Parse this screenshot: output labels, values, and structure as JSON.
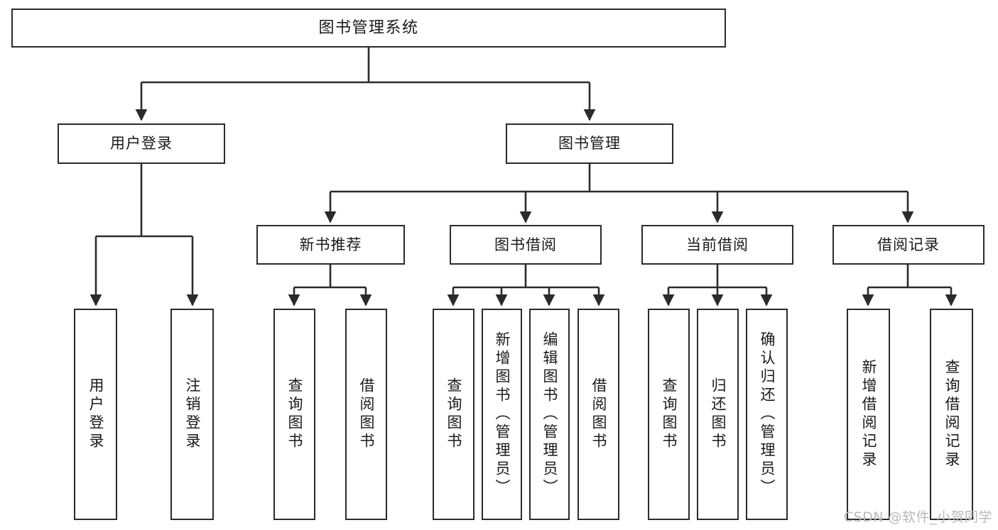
{
  "diagram": {
    "title": "图书管理系统",
    "type": "tree",
    "orientation": "top-down",
    "line_color": "#2b2b2b",
    "box_fill": "#ffffff",
    "text_color": "#1a1a1a",
    "root": {
      "id": "root",
      "label": "图书管理系统"
    },
    "level2": [
      {
        "id": "user-login",
        "label": "用户登录"
      },
      {
        "id": "book-manage",
        "label": "图书管理"
      }
    ],
    "level3": [
      {
        "id": "new-book-recommend",
        "label": "新书推荐",
        "parent": "book-manage"
      },
      {
        "id": "book-borrow",
        "label": "图书借阅",
        "parent": "book-manage"
      },
      {
        "id": "current-borrow",
        "label": "当前借阅",
        "parent": "book-manage"
      },
      {
        "id": "borrow-record",
        "label": "借阅记录",
        "parent": "book-manage"
      }
    ],
    "leaves": {
      "user-login": [
        {
          "id": "leaf-user-login",
          "label": "用户登录"
        },
        {
          "id": "leaf-logout-login",
          "label": "注销登录"
        }
      ],
      "new-book-recommend": [
        {
          "id": "leaf-query-book-1",
          "label": "查询图书"
        },
        {
          "id": "leaf-borrow-book-1",
          "label": "借阅图书"
        }
      ],
      "book-borrow": [
        {
          "id": "leaf-query-book-2",
          "label": "查询图书"
        },
        {
          "id": "leaf-add-book",
          "label": "新增图书（管理员）"
        },
        {
          "id": "leaf-edit-book",
          "label": "编辑图书（管理员）"
        },
        {
          "id": "leaf-borrow-book-2",
          "label": "借阅图书"
        }
      ],
      "current-borrow": [
        {
          "id": "leaf-query-book-3",
          "label": "查询图书"
        },
        {
          "id": "leaf-return-book",
          "label": "归还图书"
        },
        {
          "id": "leaf-confirm-return",
          "label": "确认归还（管理员）"
        }
      ],
      "borrow-record": [
        {
          "id": "leaf-add-record",
          "label": "新增借阅记录"
        },
        {
          "id": "leaf-query-record",
          "label": "查询借阅记录"
        }
      ]
    }
  },
  "watermark": {
    "text": "CSDN @软件_小贺同学"
  }
}
